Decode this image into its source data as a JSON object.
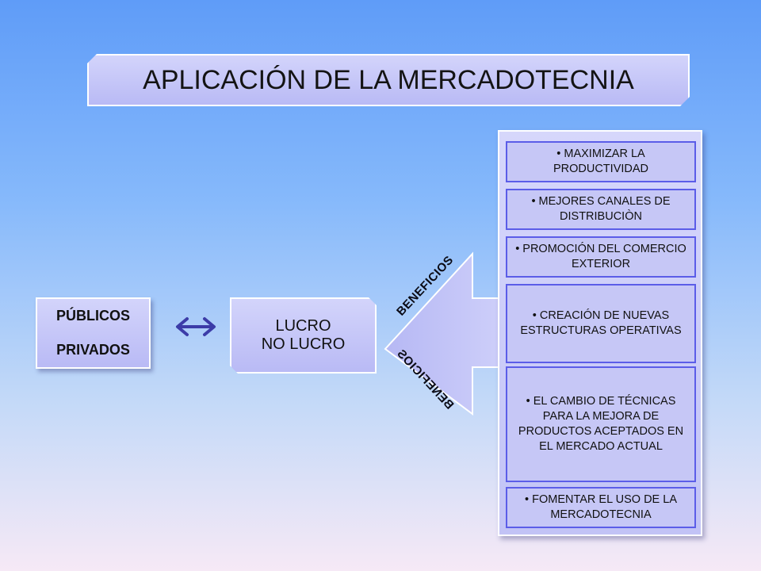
{
  "title": "APLICACIÓN DE LA MERCADOTECNIA",
  "left_box": {
    "line1": "PÚBLICOS",
    "line2": "PRIVADOS"
  },
  "middle_box": {
    "line1": "LUCRO",
    "line2": "NO LUCRO"
  },
  "arrow_labels": {
    "top": "BENEFICIOS",
    "bottom": "BENEFICIOS"
  },
  "benefits": [
    "• MAXIMIZAR LA PRODUCTIVIDAD",
    "• MEJORES CANALES DE DISTRIBUCIÒN",
    "• PROMOCIÓN DEL COMERCIO EXTERIOR",
    "• CREACIÓN DE NUEVAS ESTRUCTURAS OPERATIVAS",
    "• EL CAMBIO DE TÉCNICAS PARA LA MEJORA DE PRODUCTOS ACEPTADOS EN EL MERCADO ACTUAL",
    "• FOMENTAR EL USO DE LA MERCADOTECNIA"
  ],
  "colors": {
    "background_top": "#5f9cf8",
    "background_bottom": "#f6e9f6",
    "box_fill": "#c6c7f6",
    "item_border": "#5b5de8",
    "double_arrow": "#3c3ca8"
  }
}
